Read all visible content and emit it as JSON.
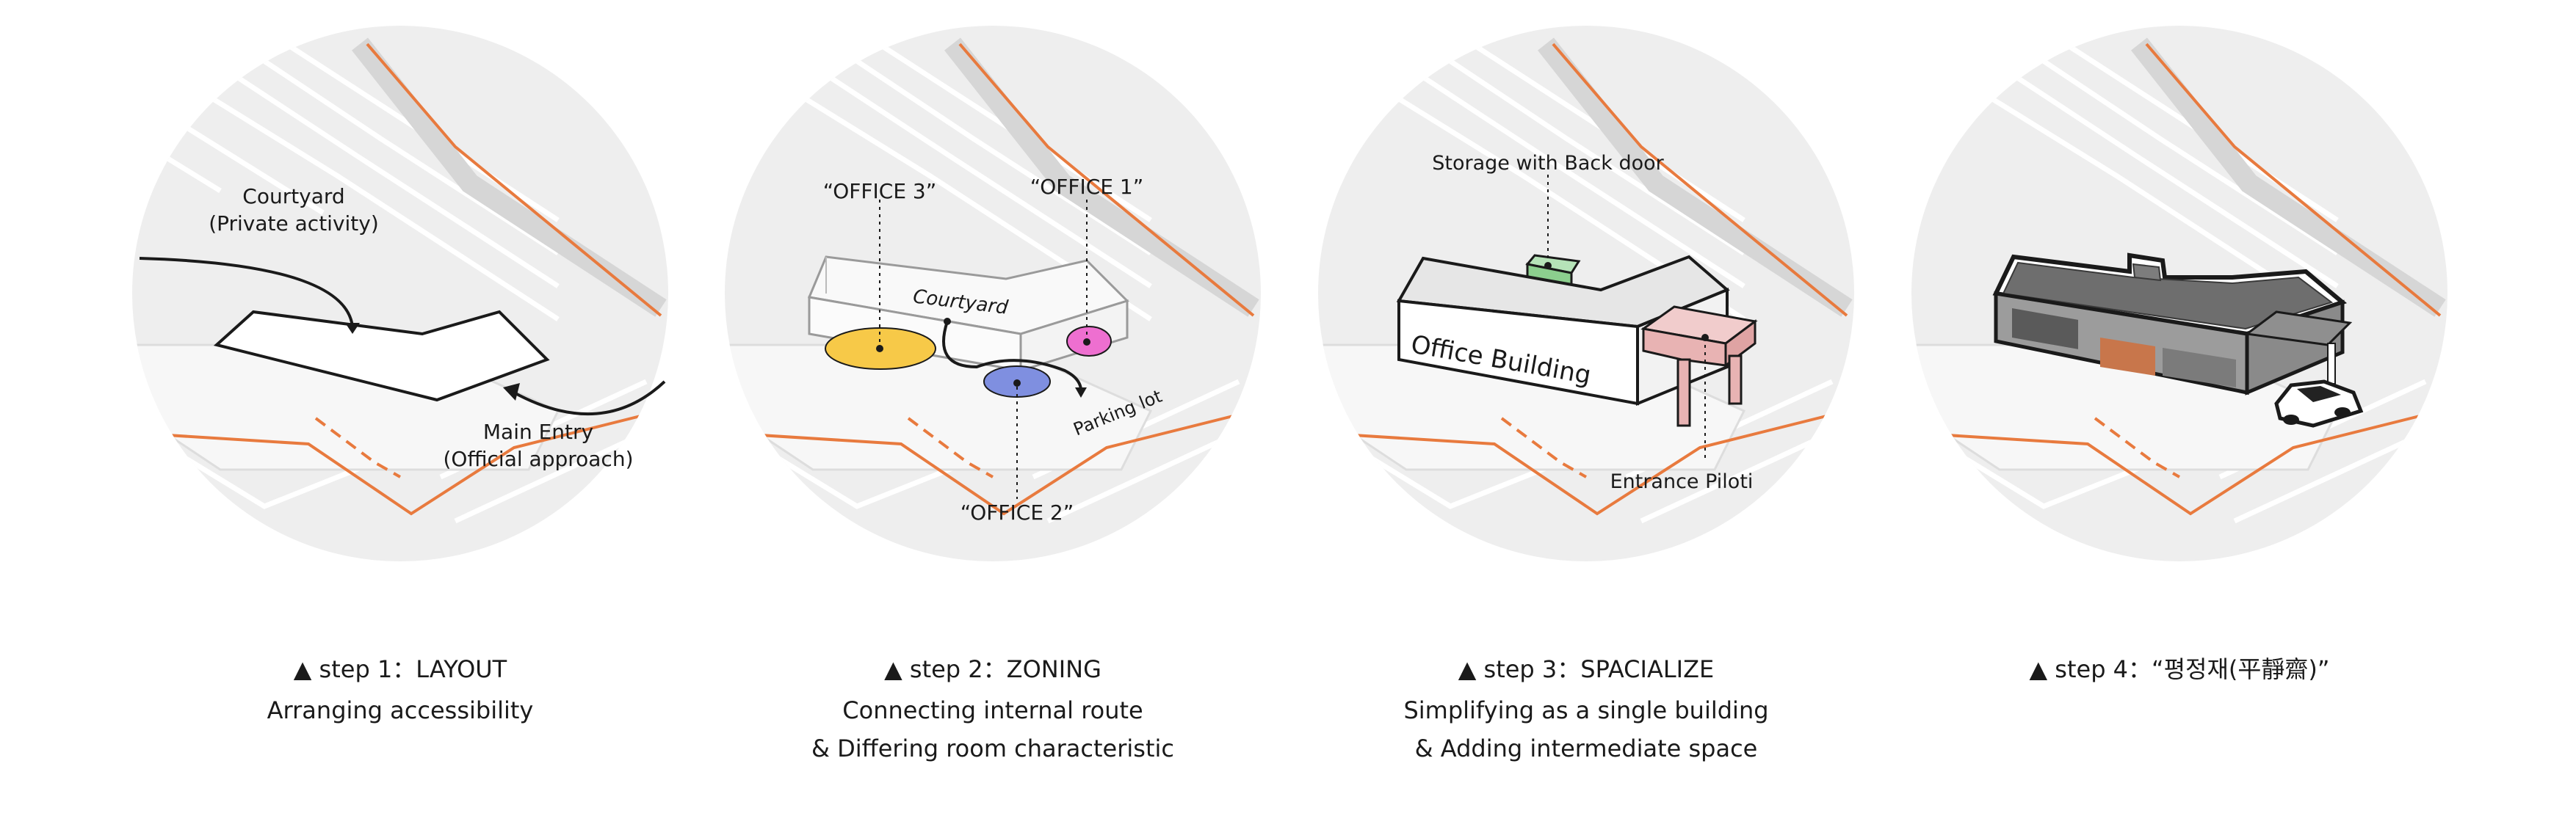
{
  "steps": [
    {
      "title": "▲ step 1：LAYOUT",
      "description": [
        "Arranging accessibility"
      ],
      "labels": {
        "courtyard_1": "Courtyard",
        "courtyard_2": "(Private activity)",
        "entry_1": "Main Entry",
        "entry_2": "(Official approach)"
      }
    },
    {
      "title": "▲ step 2：ZONING",
      "description": [
        "Connecting internal route",
        "& Differing room characteristic"
      ],
      "labels": {
        "office3": "“OFFICE 3”",
        "office1": "“OFFICE 1”",
        "office2": "“OFFICE 2”",
        "courtyard": "Courtyard",
        "parking": "Parking lot"
      }
    },
    {
      "title": "▲ step 3：SPACIALIZE",
      "description": [
        "Simplifying as a single building",
        "& Adding intermediate space"
      ],
      "labels": {
        "storage": "Storage with Back door",
        "office_building": "Office Building",
        "piloti": "Entrance Piloti"
      }
    },
    {
      "title": "▲ step 4：“평정재(平靜齋)”",
      "description": [],
      "labels": {}
    }
  ],
  "colors": {
    "contour": "#e87a3e",
    "office3": "#f7c948",
    "office1": "#ee6fd0",
    "office2": "#7f8fe0",
    "storage": "#8ccf8e",
    "piloti": "#e8b3b3",
    "roof_dark": "#6e6e6e"
  }
}
